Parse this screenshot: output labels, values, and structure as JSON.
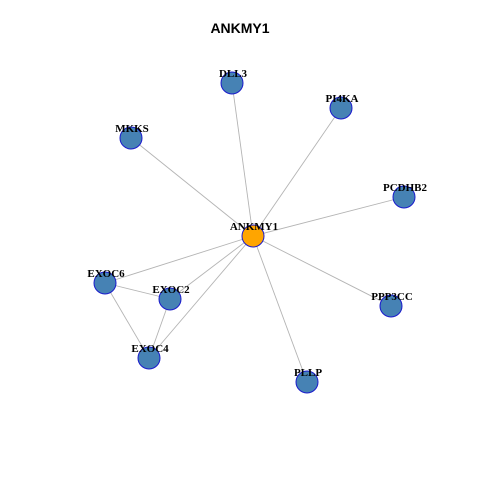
{
  "title": "ANKMY1",
  "colors": {
    "hub": "#ffa500",
    "node": "#4682b4",
    "node_stroke": "#1a1acc",
    "edge": "#b4b4b4"
  },
  "nodes": [
    {
      "id": "ANKMY1",
      "label": "ANKMY1",
      "hub": true
    },
    {
      "id": "DLL3",
      "label": "DLL3"
    },
    {
      "id": "PI4KA",
      "label": "PI4KA"
    },
    {
      "id": "MKKS",
      "label": "MKKS"
    },
    {
      "id": "PCDHB2",
      "label": "PCDHB2"
    },
    {
      "id": "EXOC6",
      "label": "EXOC6"
    },
    {
      "id": "EXOC2",
      "label": "EXOC2"
    },
    {
      "id": "PPP3CC",
      "label": "PPP3CC"
    },
    {
      "id": "EXOC4",
      "label": "EXOC4"
    },
    {
      "id": "PLLP",
      "label": "PLLP"
    }
  ],
  "edges": [
    [
      "ANKMY1",
      "DLL3"
    ],
    [
      "ANKMY1",
      "PI4KA"
    ],
    [
      "ANKMY1",
      "MKKS"
    ],
    [
      "ANKMY1",
      "PCDHB2"
    ],
    [
      "ANKMY1",
      "EXOC6"
    ],
    [
      "ANKMY1",
      "EXOC2"
    ],
    [
      "ANKMY1",
      "PPP3CC"
    ],
    [
      "ANKMY1",
      "EXOC4"
    ],
    [
      "ANKMY1",
      "PLLP"
    ],
    [
      "EXOC6",
      "EXOC2"
    ],
    [
      "EXOC6",
      "EXOC4"
    ],
    [
      "EXOC2",
      "EXOC4"
    ]
  ]
}
